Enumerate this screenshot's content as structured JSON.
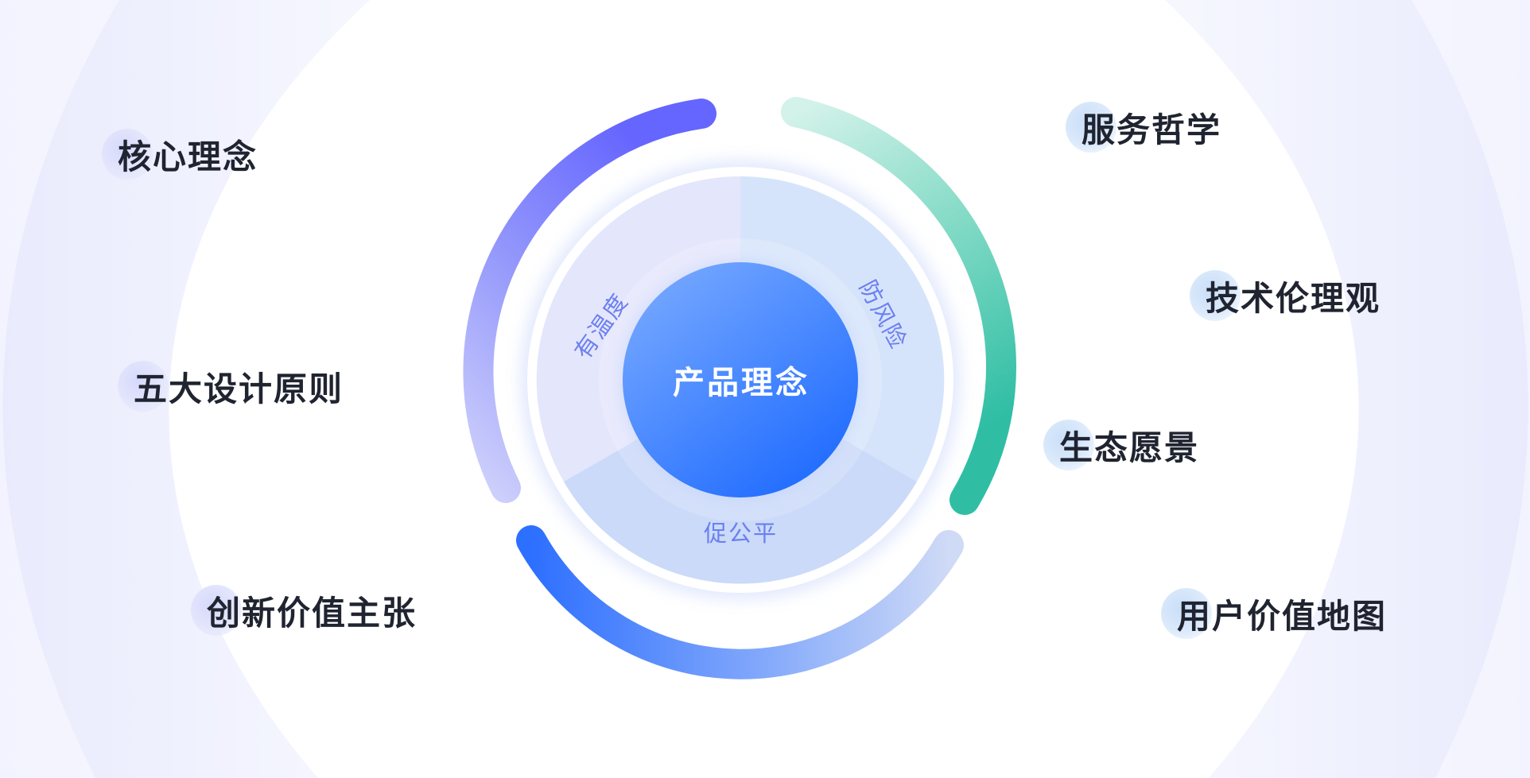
{
  "center": {
    "label": "产品理念"
  },
  "segments": [
    {
      "label": "有温度"
    },
    {
      "label": "防风险"
    },
    {
      "label": "促公平"
    }
  ],
  "left_items": [
    {
      "label": "核心理念"
    },
    {
      "label": "五大设计原则"
    },
    {
      "label": "创新价值主张"
    }
  ],
  "right_items": [
    {
      "label": "服务哲学"
    },
    {
      "label": "技术伦理观"
    },
    {
      "label": "生态愿景"
    },
    {
      "label": "用户价值地图"
    }
  ],
  "colors": {
    "purple_arc": "#6c6cff",
    "green_arc": "#36c1a8",
    "blue_arc": "#2f74ff",
    "center": "#2a72ff",
    "segment_text": "#6b7ff0"
  }
}
